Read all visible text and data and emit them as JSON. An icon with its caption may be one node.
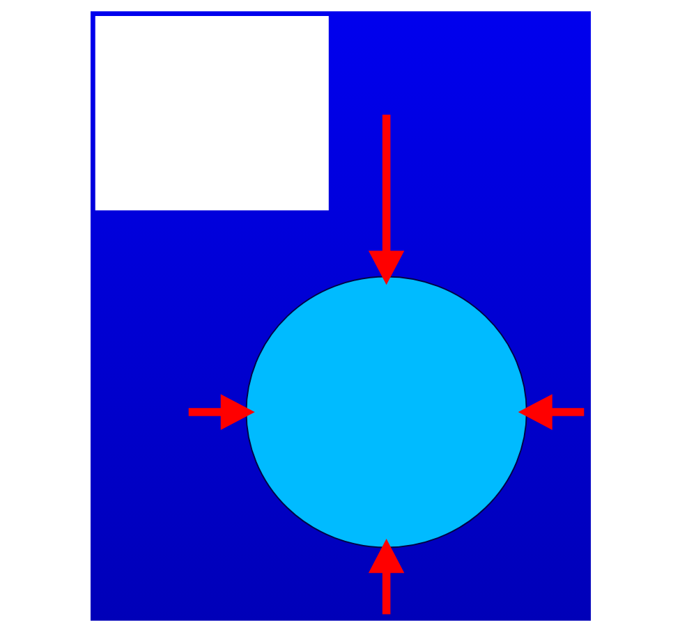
{
  "diagram": {
    "nodes": [
      {
        "text": [],
        "shape": "box"
      },
      {
        "text": [],
        "shape": "circle"
      }
    ],
    "edges": [
      {
        "from": null,
        "to": 1,
        "arrow": "to"
      },
      {
        "from": null,
        "to": 1,
        "arrow": "to"
      },
      {
        "from": null,
        "to": 1,
        "arrow": "to"
      },
      {
        "from": null,
        "to": 1,
        "arrow": "to"
      }
    ]
  }
}
